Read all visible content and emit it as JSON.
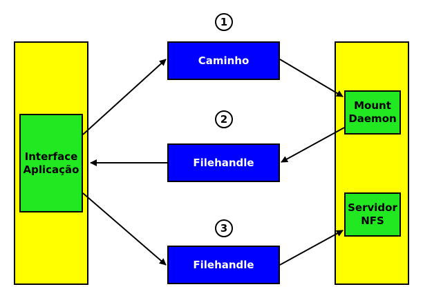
{
  "client": {
    "label_line1": "Interface",
    "label_line2": "Aplicação"
  },
  "server": {
    "mount_line1": "Mount",
    "mount_line2": "Daemon",
    "nfs_line1": "Servidor",
    "nfs_line2": "NFS"
  },
  "messages": [
    {
      "number": "1",
      "label": "Caminho"
    },
    {
      "number": "2",
      "label": "Filehandle"
    },
    {
      "number": "3",
      "label": "Filehandle"
    }
  ],
  "colors": {
    "column": "#ffff00",
    "message": "#0000ff",
    "process": "#22e822"
  }
}
